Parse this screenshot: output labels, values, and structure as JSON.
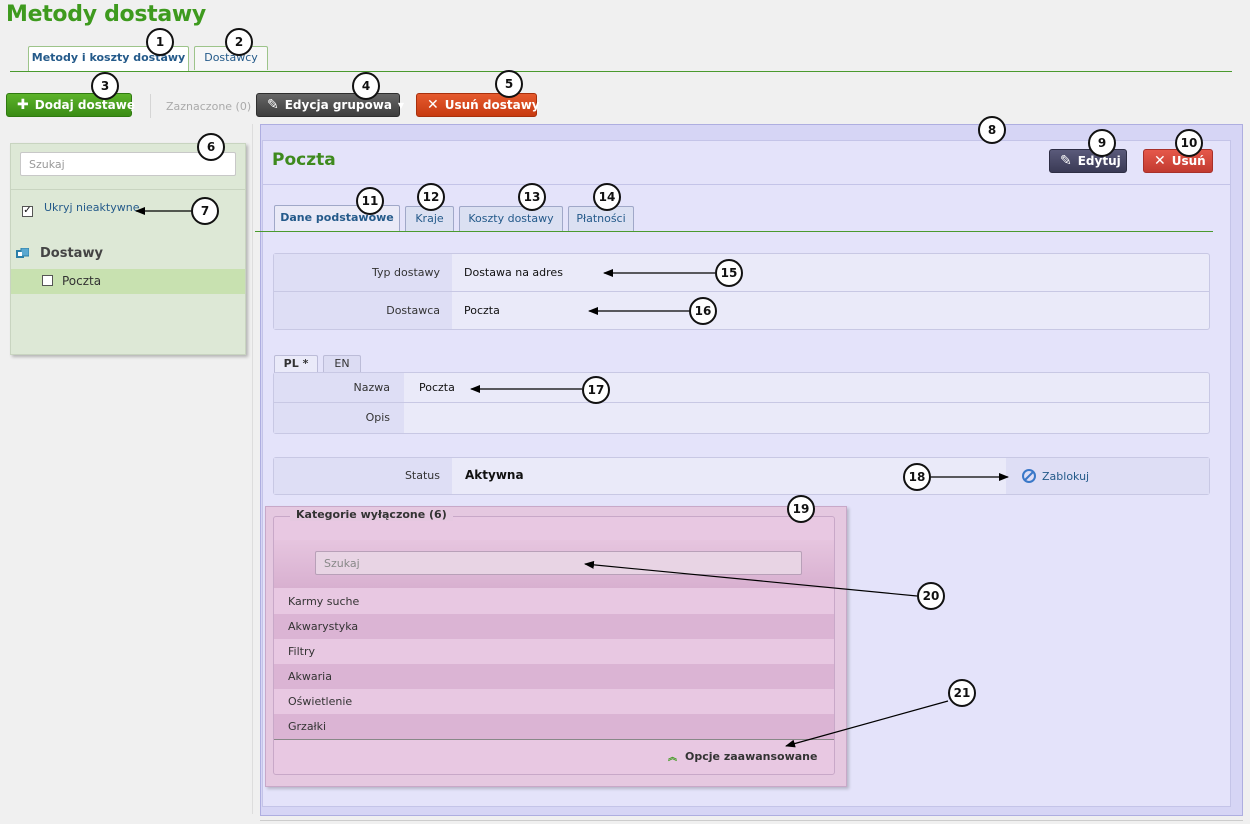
{
  "page": {
    "title": "Metody dostawy"
  },
  "top_tabs": [
    {
      "label": "Metody i koszty dostawy",
      "active": true
    },
    {
      "label": "Dostawcy",
      "active": false
    }
  ],
  "toolbar": {
    "add_label": "Dodaj dostawę",
    "selected_label": "Zaznaczone (0)",
    "group_edit_label": "Edycja grupowa",
    "delete_label": "Usuń dostawy"
  },
  "sidebar": {
    "search_placeholder": "Szukaj",
    "hide_inactive_label": "Ukryj nieaktywne",
    "hide_inactive_checked": true,
    "tree_title": "Dostawy",
    "items": [
      {
        "label": "Poczta",
        "checked": false
      }
    ]
  },
  "detail": {
    "title": "Poczta",
    "edit_label": "Edytuj",
    "delete_label": "Usuń",
    "tabs": [
      {
        "label": "Dane podstawowe",
        "active": true
      },
      {
        "label": "Kraje",
        "active": false
      },
      {
        "label": "Koszty dostawy",
        "active": false
      },
      {
        "label": "Płatności",
        "active": false
      }
    ],
    "fields": [
      {
        "label": "Typ dostawy",
        "value": "Dostawa na adres"
      },
      {
        "label": "Dostawca",
        "value": "Poczta"
      }
    ],
    "lang_tabs": [
      {
        "label": "PL *",
        "active": true
      },
      {
        "label": "EN",
        "active": false
      }
    ],
    "lang_fields": [
      {
        "label": "Nazwa",
        "value": "Poczta"
      },
      {
        "label": "Opis",
        "value": ""
      }
    ],
    "status": {
      "label": "Status",
      "value": "Aktywna",
      "action_label": "Zablokuj"
    }
  },
  "categories": {
    "legend": "Kategorie wyłączone (6)",
    "search_placeholder": "Szukaj",
    "items": [
      "Karmy suche",
      "Akwarystyka",
      "Filtry",
      "Akwaria",
      "Oświetlenie",
      "Grzałki"
    ],
    "advanced_label": "Opcje zaawansowane"
  },
  "callouts": [
    "1",
    "2",
    "3",
    "4",
    "5",
    "6",
    "7",
    "8",
    "9",
    "10",
    "11",
    "12",
    "13",
    "14",
    "15",
    "16",
    "17",
    "18",
    "19",
    "20",
    "21"
  ],
  "colors": {
    "brand_green": "#3e9a1e",
    "link_blue": "#245a8a",
    "highlight_blue": "#d6d5f5",
    "highlight_pink": "#e5c8e0",
    "danger_red": "#c73a10"
  }
}
